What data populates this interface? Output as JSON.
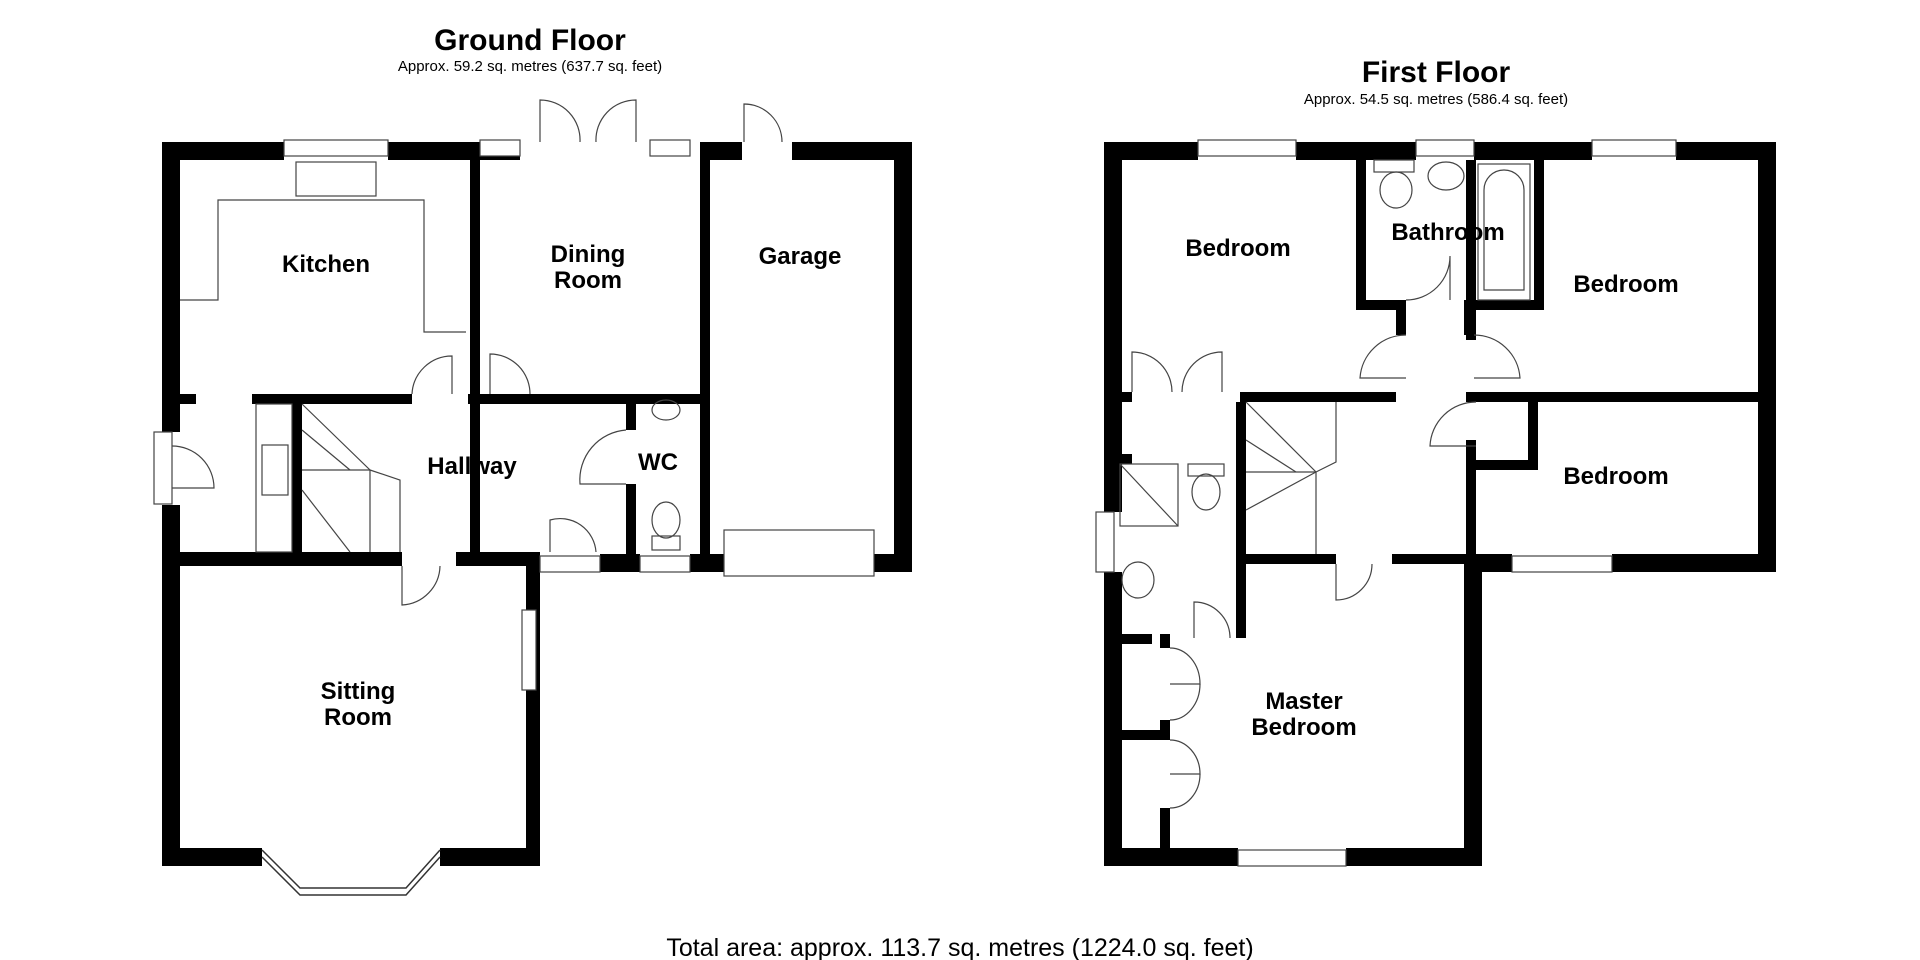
{
  "ground_floor": {
    "title": "Ground Floor",
    "area": "Approx. 59.2 sq. metres (637.7 sq. feet)",
    "rooms": {
      "kitchen": "Kitchen",
      "dining_1": "Dining",
      "dining_2": "Room",
      "garage": "Garage",
      "hallway": "Hallway",
      "wc": "WC",
      "sitting_1": "Sitting",
      "sitting_2": "Room"
    }
  },
  "first_floor": {
    "title": "First Floor",
    "area": "Approx. 54.5 sq. metres (586.4 sq. feet)",
    "rooms": {
      "bedroom_left": "Bedroom",
      "bathroom": "Bathroom",
      "bedroom_right": "Bedroom",
      "bedroom_small": "Bedroom",
      "master_1": "Master",
      "master_2": "Bedroom"
    }
  },
  "total_area": "Total area: approx. 113.7 sq. metres (1224.0 sq. feet)"
}
